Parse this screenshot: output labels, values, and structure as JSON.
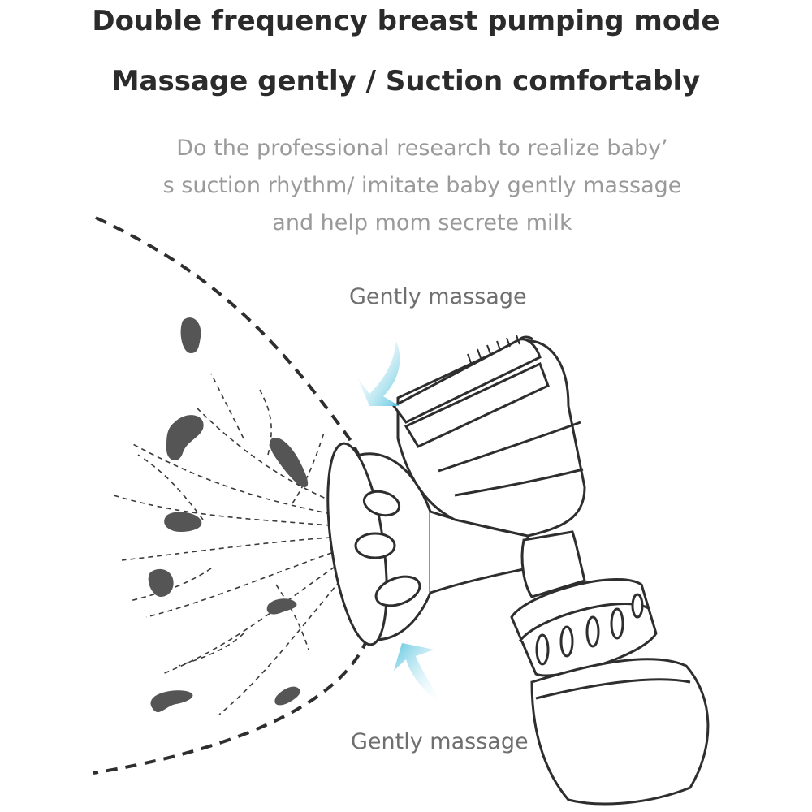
{
  "heading": {
    "line1": "Double frequency breast pumping mode",
    "line2": "Massage gently / Suction comfortably"
  },
  "description": {
    "line1": "Do the professional research to realize baby’",
    "line2": "s suction rhythm/ imitate baby gently massage",
    "line3": "and help mom secrete milk"
  },
  "labels": {
    "top": "Gently massage",
    "bottom": "Gently massage"
  },
  "colors": {
    "text_dark": "#2b2b2b",
    "text_light": "#9a9a9a",
    "arrow": "#5fc6e0",
    "glands": "#555555",
    "outline": "#2e2e2e"
  },
  "icons": {
    "arrow_top": "curved-arrow-down-icon",
    "arrow_bottom": "curved-arrow-up-icon"
  }
}
